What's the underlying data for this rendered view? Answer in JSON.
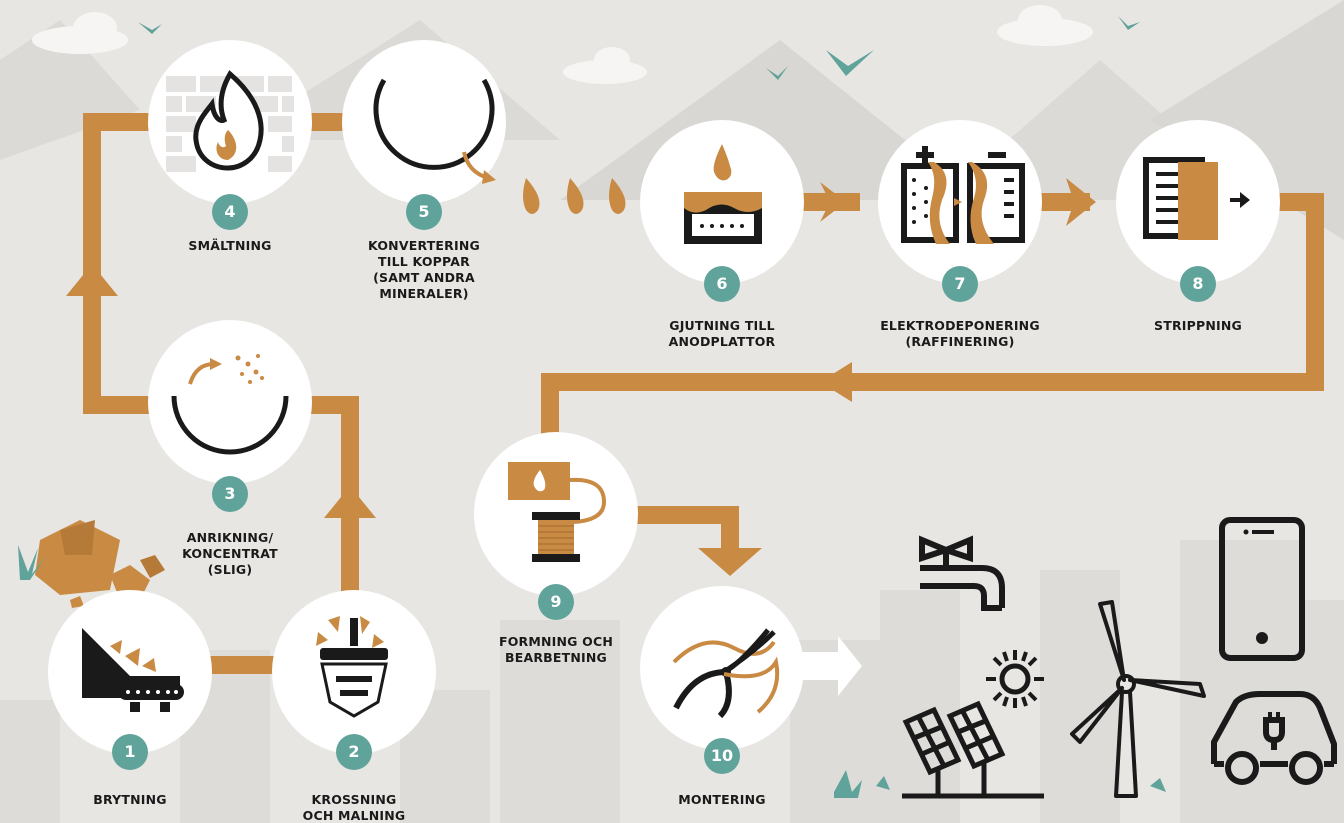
{
  "colors": {
    "accent": "#c98a43",
    "teal": "#5fa39a",
    "background": "#e8e6e3",
    "circle": "#ffffff",
    "ink": "#1a1a1a"
  },
  "steps": [
    {
      "number": "1",
      "label": "BRYTNING",
      "icon": "mining-conveyor-icon"
    },
    {
      "number": "2",
      "label": "KROSSNING\nOCH MALNING",
      "icon": "crusher-icon"
    },
    {
      "number": "3",
      "label": "ANRIKNING/\nKONCENTRAT\n(SLIG)",
      "icon": "flotation-bowl-icon"
    },
    {
      "number": "4",
      "label": "SMÄLTNING",
      "icon": "flame-icon"
    },
    {
      "number": "5",
      "label": "KONVERTERING\nTILL KOPPAR\n(SAMT ANDRA\nMINERALER)",
      "icon": "converter-icon"
    },
    {
      "number": "6",
      "label": "GJUTNING TILL\nANODPLATTOR",
      "icon": "casting-mold-icon"
    },
    {
      "number": "7",
      "label": "ELEKTRODEPONERING\n(RAFFINERING)",
      "icon": "electrolysis-icon"
    },
    {
      "number": "8",
      "label": "STRIPPNING",
      "icon": "stripping-icon"
    },
    {
      "number": "9",
      "label": "FORMNING OCH\nBEARBETNING",
      "icon": "wire-spool-icon"
    },
    {
      "number": "10",
      "label": "MONTERING",
      "icon": "pliers-icon"
    }
  ],
  "end_uses": [
    "water-tap-icon",
    "smartphone-icon",
    "solar-panel-icon",
    "sun-icon",
    "wind-turbine-icon",
    "electric-car-icon"
  ]
}
